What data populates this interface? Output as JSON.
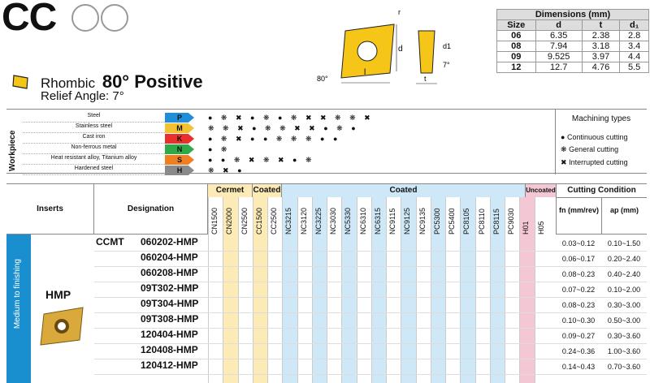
{
  "title": {
    "code": "CC",
    "shape": "Rhombic",
    "angle": "80° Positive",
    "relief": "Relief Angle: 7°"
  },
  "drawing": {
    "r": "r",
    "d": "d",
    "d1": "d1",
    "angle80": "80°",
    "l": "l",
    "t": "t",
    "relief": "7°"
  },
  "dims": {
    "title": "Dimensions (mm)",
    "headers": [
      "Size",
      "d",
      "t",
      "d₁"
    ],
    "rows": [
      [
        "06",
        "6.35",
        "2.38",
        "2.8"
      ],
      [
        "08",
        "7.94",
        "3.18",
        "3.4"
      ],
      [
        "09",
        "9.525",
        "3.97",
        "4.4"
      ],
      [
        "12",
        "12.7",
        "4.76",
        "5.5"
      ]
    ]
  },
  "workpiece": {
    "label": "Workpiece",
    "rows": [
      {
        "name": "Steel",
        "code": "P",
        "color": "#1e8fd8"
      },
      {
        "name": "Stainless steel",
        "code": "M",
        "color": "#f1c232"
      },
      {
        "name": "Cast iron",
        "code": "K",
        "color": "#e8312c"
      },
      {
        "name": "Non-ferrous metal",
        "code": "N",
        "color": "#2eaa4a"
      },
      {
        "name": "Heat resistant alloy, Titanium alloy",
        "code": "S",
        "color": "#f07f22"
      },
      {
        "name": "Hardened steel",
        "code": "H",
        "color": "#8a8a8a"
      }
    ],
    "marks": [
      "● ❋ ✖ ● ❋ ● ❋ ✖ ✖ ❋ ❋ ✖",
      "❋ ❋ ✖ ● ❋ ❋ ✖ ✖ ● ❋ ●",
      "● ❋ ✖ ● ● ❋ ❋ ❋ ● ●",
      "● ❋",
      "● ● ❋ ✖ ❋ ✖ ● ❋",
      "❋ ✖ ●"
    ]
  },
  "machining": {
    "title": "Machining types",
    "continuous": "Continuous cutting",
    "general": "General cutting",
    "interrupted": "Interrupted cutting"
  },
  "table": {
    "inserts": "Inserts",
    "designation": "Designation",
    "cermet": "Cermet",
    "coated1": "Coated",
    "coated2": "Coated",
    "uncoated": "Uncoated",
    "cutting": "Cutting Condition",
    "fn": "fn (mm/rev)",
    "ap": "ap (mm)",
    "side": "Medium to finishing",
    "chipbreaker": "HMP",
    "prefix": "CCMT",
    "grades": [
      "CN1500",
      "CN2000",
      "CN2500",
      "CC1500",
      "CC2500",
      "NC3215",
      "NC3120",
      "NC3225",
      "NC3030",
      "NC5330",
      "NC6310",
      "NC6315",
      "NC9115",
      "NC9125",
      "NC9135",
      "PC5300",
      "PC5400",
      "PC8105",
      "PC8110",
      "PC8115",
      "PC9030",
      "H01",
      "H05"
    ],
    "rows": [
      {
        "d": "060202-HMP",
        "fn": "0.03~0.12",
        "ap": "0.10~1.50"
      },
      {
        "d": "060204-HMP",
        "fn": "0.06~0.17",
        "ap": "0.20~2.40"
      },
      {
        "d": "060208-HMP",
        "fn": "0.08~0.23",
        "ap": "0.40~2.40"
      },
      {
        "d": "09T302-HMP",
        "fn": "0.07~0.22",
        "ap": "0.10~2.00"
      },
      {
        "d": "09T304-HMP",
        "fn": "0.08~0.23",
        "ap": "0.30~3.00"
      },
      {
        "d": "09T308-HMP",
        "fn": "0.10~0.30",
        "ap": "0.50~3.00"
      },
      {
        "d": "120404-HMP",
        "fn": "0.09~0.27",
        "ap": "0.30~3.60"
      },
      {
        "d": "120408-HMP",
        "fn": "0.24~0.36",
        "ap": "1.00~3.60"
      },
      {
        "d": "120412-HMP",
        "fn": "0.14~0.43",
        "ap": "0.70~3.60"
      }
    ]
  }
}
